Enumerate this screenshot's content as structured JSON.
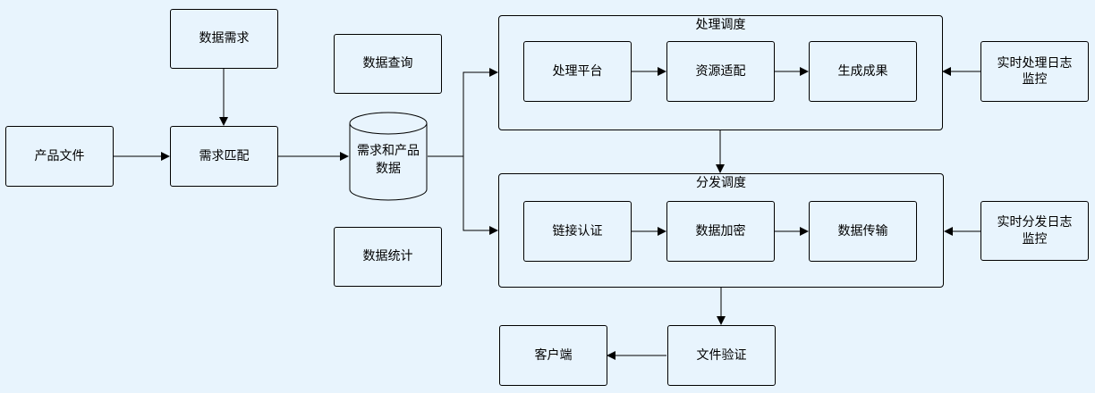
{
  "nodes": {
    "data_demand": "数据需求",
    "product_file": "产品文件",
    "demand_match": "需求匹配",
    "data_query": "数据查询",
    "data_stats": "数据统计",
    "store_line1": "需求和产品",
    "store_line2": "数据",
    "proc_platform": "处理平台",
    "resource_adapt": "资源适配",
    "gen_result": "生成成果",
    "link_auth": "链接认证",
    "data_encrypt": "数据加密",
    "data_transfer": "数据传输",
    "rt_proc_log": "实时处理日志监控",
    "rt_dist_log": "实时分发日志监控",
    "file_verify": "文件验证",
    "client": "客户端"
  },
  "groups": {
    "processing": "处理调度",
    "distribution": "分发调度"
  }
}
